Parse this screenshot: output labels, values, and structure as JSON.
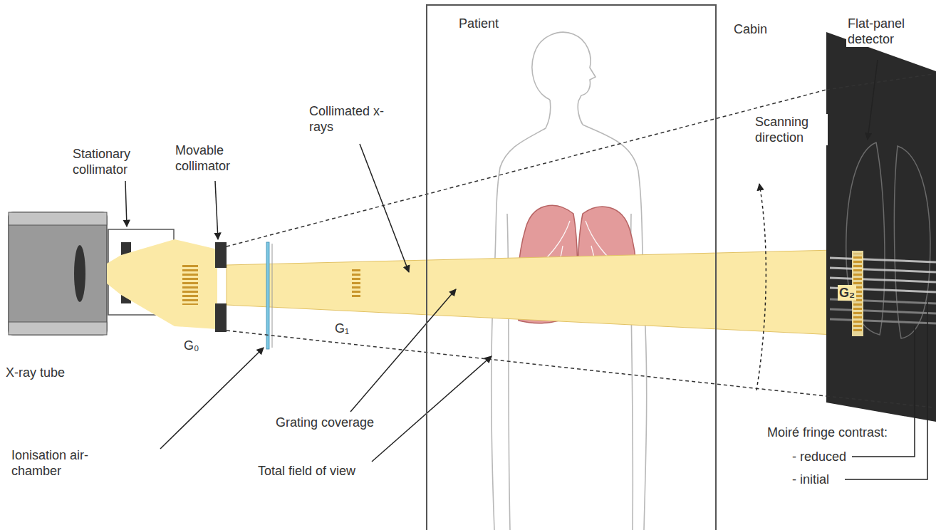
{
  "diagram": {
    "nodes": [
      {
        "text": [
          "Patient"
        ]
      }
    ],
    "labels": [
      "Stationary collimator",
      "Movable collimator",
      "Collimated x-rays",
      "Cabin",
      "Flat-panel detector",
      "Scanning direction",
      "X-ray tube",
      "G₀",
      "G₁",
      "G₂",
      "Ionisation air-chamber",
      "Grating coverage",
      "Total field of view",
      "Moiré fringe contrast:",
      "- reduced",
      "- initial"
    ]
  }
}
